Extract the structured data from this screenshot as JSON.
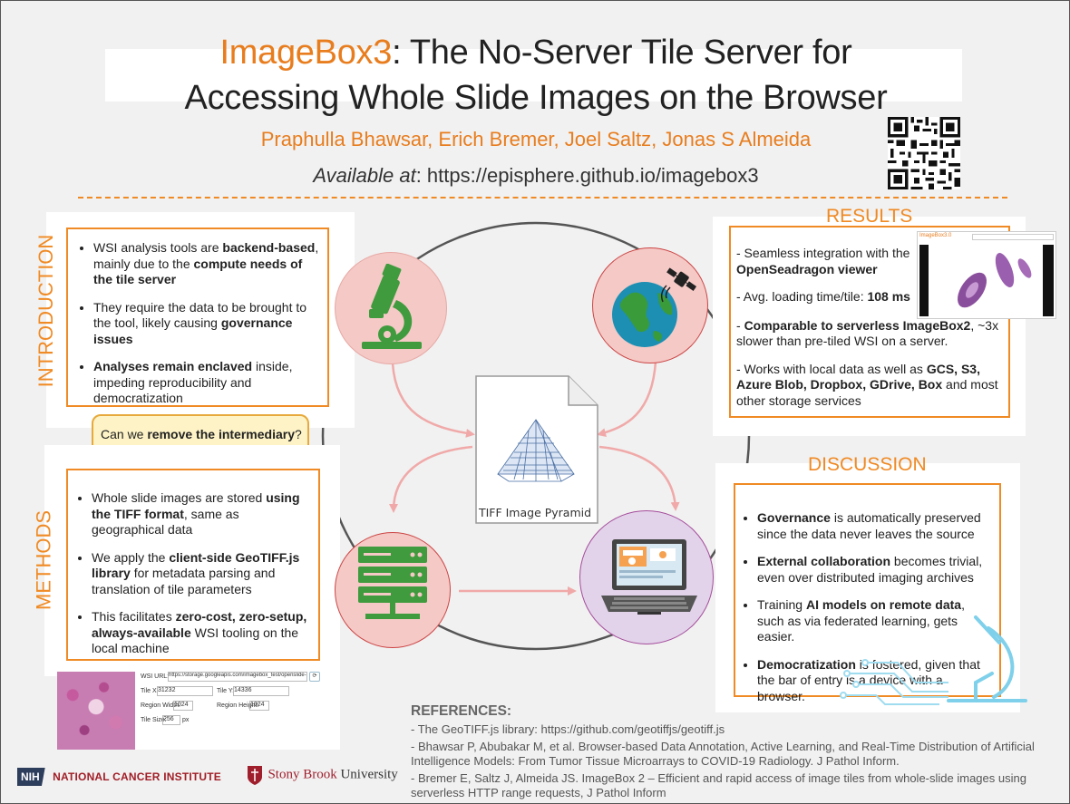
{
  "title": {
    "brand": "ImageBox3",
    "line1_rest": ": The No-Server Tile Server for",
    "line2": "Accessing Whole Slide Images on the Browser"
  },
  "authors": "Praphulla Bhawsar, Erich Bremer, Joel Saltz, Jonas S Almeida",
  "availability": {
    "label": "Available at",
    "url": ": https://episphere.github.io/imagebox3"
  },
  "introduction": {
    "heading": "INTRODUCTION",
    "bullets": [
      {
        "a": "WSI analysis tools are ",
        "b": "backend-based",
        "c": ", mainly due to the ",
        "d": "compute needs of the tile server",
        "e": ""
      },
      {
        "a": "They require the data to be brought to the tool, likely causing ",
        "b": "governance issues",
        "c": "",
        "d": "",
        "e": ""
      },
      {
        "a": "",
        "b": "Analyses remain enclaved",
        "c": " inside, impeding reproducibility and democratization",
        "d": "",
        "e": ""
      }
    ]
  },
  "question": {
    "a": "Can we ",
    "b": "remove the intermediary",
    "c": "?"
  },
  "methods": {
    "heading": "METHODS",
    "bullets": [
      {
        "a": "Whole slide images are stored ",
        "b": "using the TIFF format",
        "c": ", same as geographical data",
        "d": "",
        "e": ""
      },
      {
        "a": "We apply the ",
        "b": "client-side GeoTIFF.js library",
        "c": " for metadata parsing and translation of tile parameters",
        "d": "",
        "e": ""
      },
      {
        "a": "This facilitates ",
        "b": "zero-cost, zero-setup, always-available",
        "c": " WSI tooling on the local machine",
        "d": "",
        "e": ""
      }
    ]
  },
  "results": {
    "heading": "RESULTS",
    "items": [
      {
        "a": "- Seamless integration with the ",
        "b": "OpenSeadragon viewer",
        "c": "",
        "d": "",
        "e": ""
      },
      {
        "a": "- Avg. loading time/tile: ",
        "b": "108 ms",
        "c": "",
        "d": "",
        "e": ""
      },
      {
        "a": "- ",
        "b": "Comparable to serverless ImageBox2",
        "c": ", ~3x slower than pre-tiled WSI on a server.",
        "d": "",
        "e": ""
      },
      {
        "a": "- Works with local data as well as ",
        "b": "GCS, S3, Azure Blob, Dropbox, GDrive, Box",
        "c": " and most other storage services",
        "d": "",
        "e": ""
      }
    ],
    "screenshot_title": "ImageBox3.0"
  },
  "discussion": {
    "heading": "DISCUSSION",
    "bullets": [
      {
        "a": "",
        "b": "Governance",
        "c": " is automatically preserved since the data never leaves the source"
      },
      {
        "a": "",
        "b": "External collaboration",
        "c": " becomes trivial, even over distributed imaging archives"
      },
      {
        "a": "Training ",
        "b": "AI models on remote data",
        "c": ", such as via federated learning, gets easier."
      },
      {
        "a": "",
        "b": "Democratization",
        "c": " is fostered, given that the bar of entry is a device with a browser."
      }
    ]
  },
  "pyramid_caption": "TIFF Image Pyramid",
  "form": {
    "wsi_url_label": "WSI URL:",
    "wsi_url_value": "https://storage.googleapis.com/imagebox_test/openslide-testdata/A",
    "tile_x_label": "Tile X:",
    "tile_x_value": "31232",
    "tile_y_label": "Tile Y:",
    "tile_y_value": "14336",
    "region_width_label": "Region Width:",
    "region_width_value": "1024",
    "region_height_label": "Region Height:",
    "region_height_value": "1024",
    "tile_size_label": "Tile Size:",
    "tile_size_value": "256",
    "tile_size_unit": "px"
  },
  "references": {
    "heading": "REFERENCES:",
    "items": [
      "- The GeoTIFF.js library: https://github.com/geotiffjs/geotiff.js",
      "- Bhawsar P, Abubakar M, et al. Browser-based Data Annotation, Active Learning, and Real-Time Distribution of Artificial Intelligence Models: From Tumor Tissue Microarrays to COVID-19 Radiology. J Pathol Inform.",
      "- Bremer E, Saltz J, Almeida JS. ImageBox 2 – Efficient and rapid access of image tiles from whole-slide images using serverless HTTP range requests, J Pathol Inform"
    ]
  },
  "logos": {
    "nih_mark": "NIH",
    "nci": "NATIONAL CANCER INSTITUTE",
    "sbu_a": "Stony Brook",
    "sbu_b": " University"
  },
  "colors": {
    "accent": "#f08a24",
    "brand_orange": "#e87d1e",
    "pink_circle": "#f4c9c6",
    "purple_circle": "#e2d3ea",
    "microscope_green": "#3f9b3d",
    "arrow_pink": "#f0a9a8"
  }
}
